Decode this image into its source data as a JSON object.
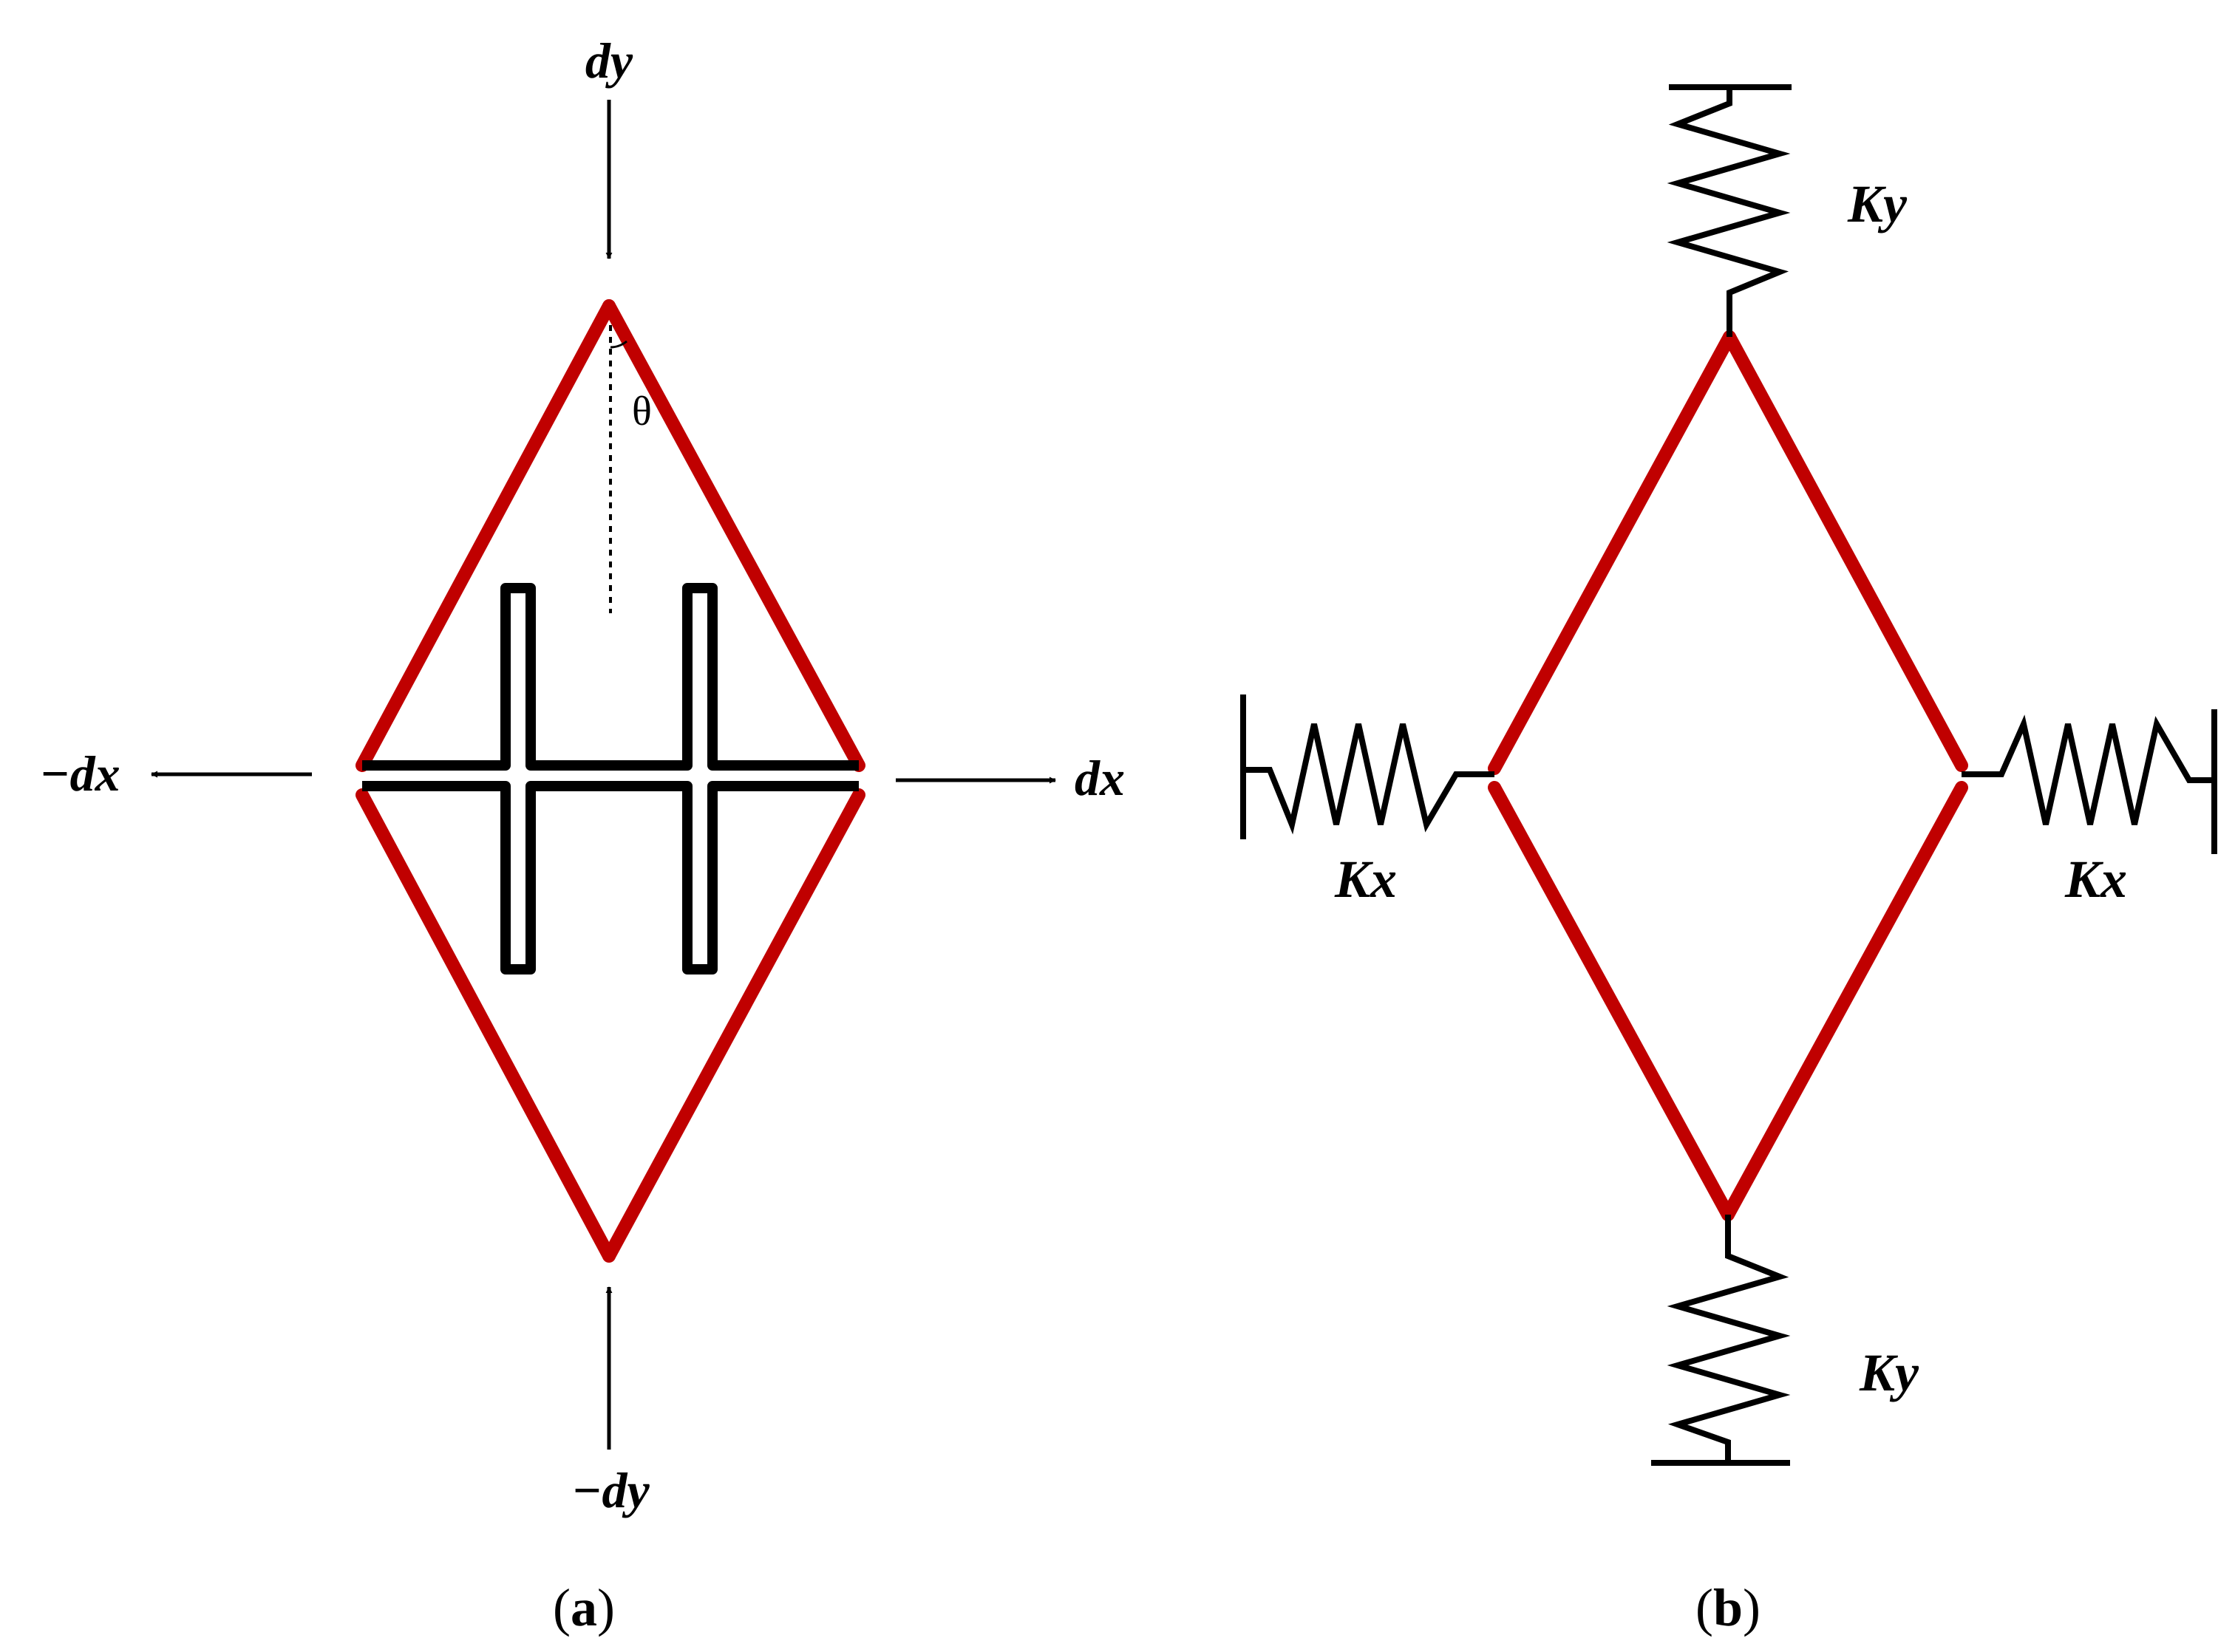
{
  "colors": {
    "frame": "#c00000",
    "ink": "#000000",
    "background": "#ffffff"
  },
  "panel_a": {
    "caption": "(a)",
    "caption_open": "(",
    "caption_letter": "a",
    "caption_close": ")",
    "top_arrow_label": "dy",
    "bottom_arrow_label": "−dy",
    "left_arrow_label": "−dx",
    "right_arrow_label": "dx",
    "angle_label": "θ"
  },
  "panel_b": {
    "caption": "(b)",
    "caption_open": "(",
    "caption_letter": "b",
    "caption_close": ")",
    "spring_top_label": "Ky",
    "spring_bottom_label": "Ky",
    "spring_left_label": "Kx",
    "spring_right_label": "Kx"
  }
}
